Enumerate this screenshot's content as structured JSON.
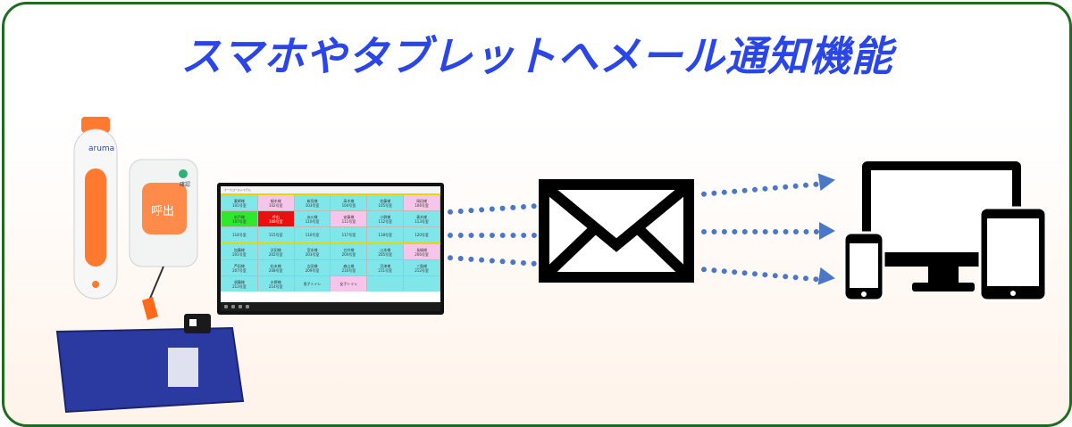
{
  "title": "スマホやタブレットへメール通知機能",
  "devices": {
    "call_button_brand": "aruma",
    "call_button_label": "呼出",
    "call_button_small_label": "確認"
  },
  "monitor": {
    "titlebar": "ナースコールシステム",
    "floor1": [
      {
        "name": "薬師様",
        "room": "101号室",
        "color": "cyan"
      },
      {
        "name": "細木様",
        "room": "102号室",
        "color": "pink"
      },
      {
        "name": "新垣様",
        "room": "103号室",
        "color": "cyan"
      },
      {
        "name": "高木様",
        "room": "104号室",
        "color": "cyan"
      },
      {
        "name": "佐藤様",
        "room": "105号室",
        "color": "cyan"
      },
      {
        "name": "岡田様",
        "room": "106号室",
        "color": "pink"
      },
      {
        "name": "水戸様",
        "room": "107号室",
        "color": "green"
      },
      {
        "name": "呼出",
        "room": "108号室",
        "color": "red"
      },
      {
        "name": "赤川様",
        "room": "110号室",
        "color": "cyan"
      },
      {
        "name": "安藤様",
        "room": "111号室",
        "color": "pink"
      },
      {
        "name": "小野様",
        "room": "112号室",
        "color": "cyan"
      },
      {
        "name": "青木様",
        "room": "113号室",
        "color": "cyan"
      },
      {
        "name": "",
        "room": "114号室",
        "color": "cyan"
      },
      {
        "name": "",
        "room": "115号室",
        "color": "cyan"
      },
      {
        "name": "",
        "room": "116号室",
        "color": "cyan"
      },
      {
        "name": "",
        "room": "117号室",
        "color": "cyan"
      },
      {
        "name": "",
        "room": "118号室",
        "color": "cyan"
      },
      {
        "name": "",
        "room": "120号室",
        "color": "cyan"
      }
    ],
    "floor2": [
      {
        "name": "加藤様",
        "room": "201号室",
        "color": "cyan"
      },
      {
        "name": "浜田様",
        "room": "202号室",
        "color": "cyan"
      },
      {
        "name": "宮本様",
        "room": "203号室",
        "color": "cyan"
      },
      {
        "name": "白井様",
        "room": "204号室",
        "color": "cyan"
      },
      {
        "name": "山本様",
        "room": "205号室",
        "color": "cyan"
      },
      {
        "name": "長嶋様",
        "room": "206号室",
        "color": "pink"
      },
      {
        "name": "芦田様",
        "room": "207号室",
        "color": "cyan"
      },
      {
        "name": "松本様",
        "room": "208号室",
        "color": "cyan"
      },
      {
        "name": "吉田様",
        "room": "209号室",
        "color": "cyan"
      },
      {
        "name": "森山様",
        "room": "210号室",
        "color": "cyan"
      },
      {
        "name": "沼津様",
        "room": "211号室",
        "color": "cyan"
      },
      {
        "name": "三島様",
        "room": "212号室",
        "color": "cyan"
      },
      {
        "name": "須藤様",
        "room": "213号室",
        "color": "cyan"
      },
      {
        "name": "水野様",
        "room": "214号室",
        "color": "cyan"
      },
      {
        "name": "",
        "room": "男子トイレ",
        "color": "cyan"
      },
      {
        "name": "",
        "room": "女子トイレ",
        "color": "pink"
      },
      {
        "name": "",
        "room": "",
        "color": "cyan"
      },
      {
        "name": "",
        "room": "",
        "color": "cyan"
      }
    ]
  },
  "colors": {
    "title": "#2a46e6",
    "border": "#1f6b1f",
    "arrows": "#4a78c8",
    "cyan": "#7fe6ea",
    "pink": "#f7c5ea",
    "green": "#2ee82e",
    "red": "#e81010"
  }
}
